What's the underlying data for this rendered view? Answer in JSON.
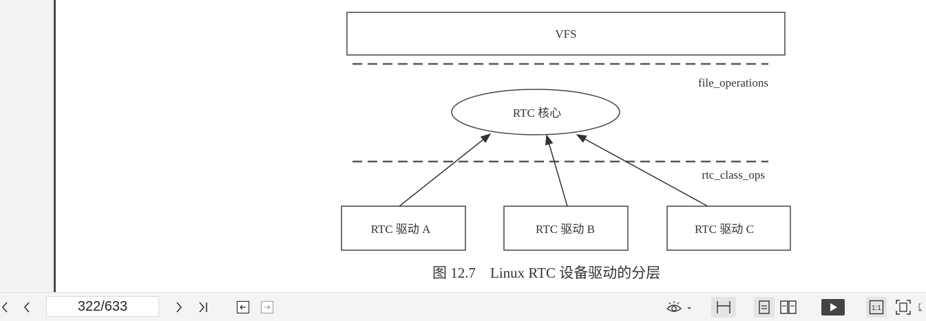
{
  "diagram": {
    "vfs_label": "VFS",
    "file_ops_label": "file_operations",
    "core_label": "RTC 核心",
    "class_ops_label": "rtc_class_ops",
    "drivers": [
      "RTC 驱动 A",
      "RTC 驱动 B",
      "RTC 驱动 C"
    ],
    "caption": "图 12.7    Linux RTC 设备驱动的分层"
  },
  "toolbar": {
    "page_indicator": "322/633",
    "icons": [
      "first-page-icon",
      "prev-page-icon",
      "next-page-icon",
      "last-page-icon",
      "back-icon",
      "forward-icon",
      "eye-icon",
      "fit-width-icon",
      "single-page-icon",
      "two-page-icon",
      "play-icon",
      "actual-size-icon",
      "fit-page-icon"
    ]
  }
}
